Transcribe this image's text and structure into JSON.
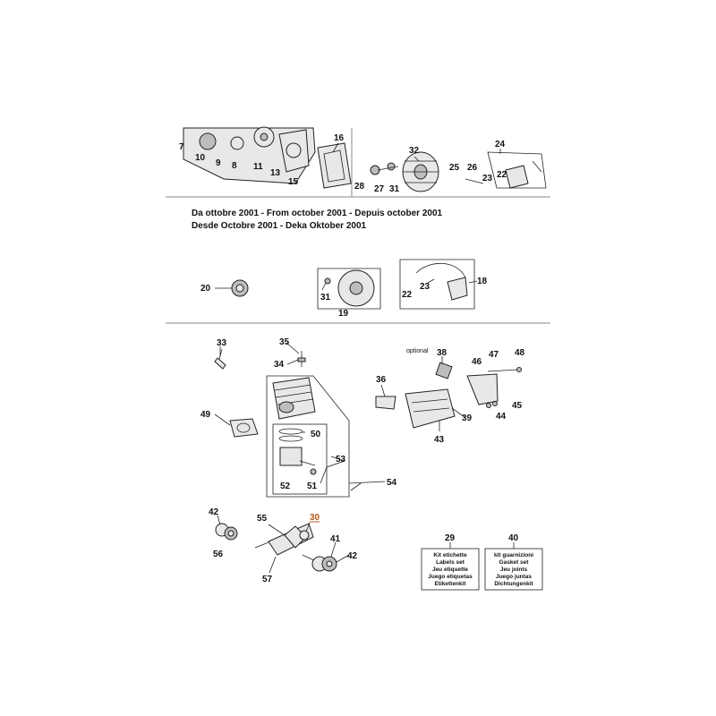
{
  "header_date_text": {
    "line1": "Da ottobre 2001 - From october 2001 - Depuis october 2001",
    "line2": "Desde Octobre 2001 - Deka Oktober 2001"
  },
  "callouts": {
    "n7": "7",
    "n9": "9",
    "n10": "10",
    "n8": "8",
    "n11": "11",
    "n13": "13",
    "n15": "15",
    "n16": "16",
    "n28": "28",
    "n27": "27",
    "n31a": "31",
    "n32": "32",
    "n25": "25",
    "n26": "26",
    "n24": "24",
    "n23a": "23",
    "n22a": "22",
    "n20": "20",
    "n31b": "31",
    "n19": "19",
    "n22b": "22",
    "n23b": "23",
    "n18": "18",
    "n33": "33",
    "n35": "35",
    "n34": "34",
    "n38": "38",
    "n47": "47",
    "n48": "48",
    "n46": "46",
    "n36": "36",
    "n39": "39",
    "n43": "43",
    "n44": "44",
    "n45": "45",
    "n49": "49",
    "n50": "50",
    "n53": "53",
    "n52": "52",
    "n51": "51",
    "n54": "54",
    "n42a": "42",
    "n56": "56",
    "n55": "55",
    "n30": "30",
    "n41": "41",
    "n42b": "42",
    "n57": "57",
    "n29": "29",
    "n40": "40"
  },
  "optional_label": "optional",
  "kit_29": [
    "Kit etichette",
    "Labels set",
    "Jeu etiquette",
    "Juego etiquetas",
    "Etikettenkit"
  ],
  "kit_40": [
    "kit guarnizioni",
    "Gasket set",
    "Jeu joints",
    "Juego juntas",
    "Dichtungenkit"
  ],
  "highlight_color": "#b35a1f"
}
